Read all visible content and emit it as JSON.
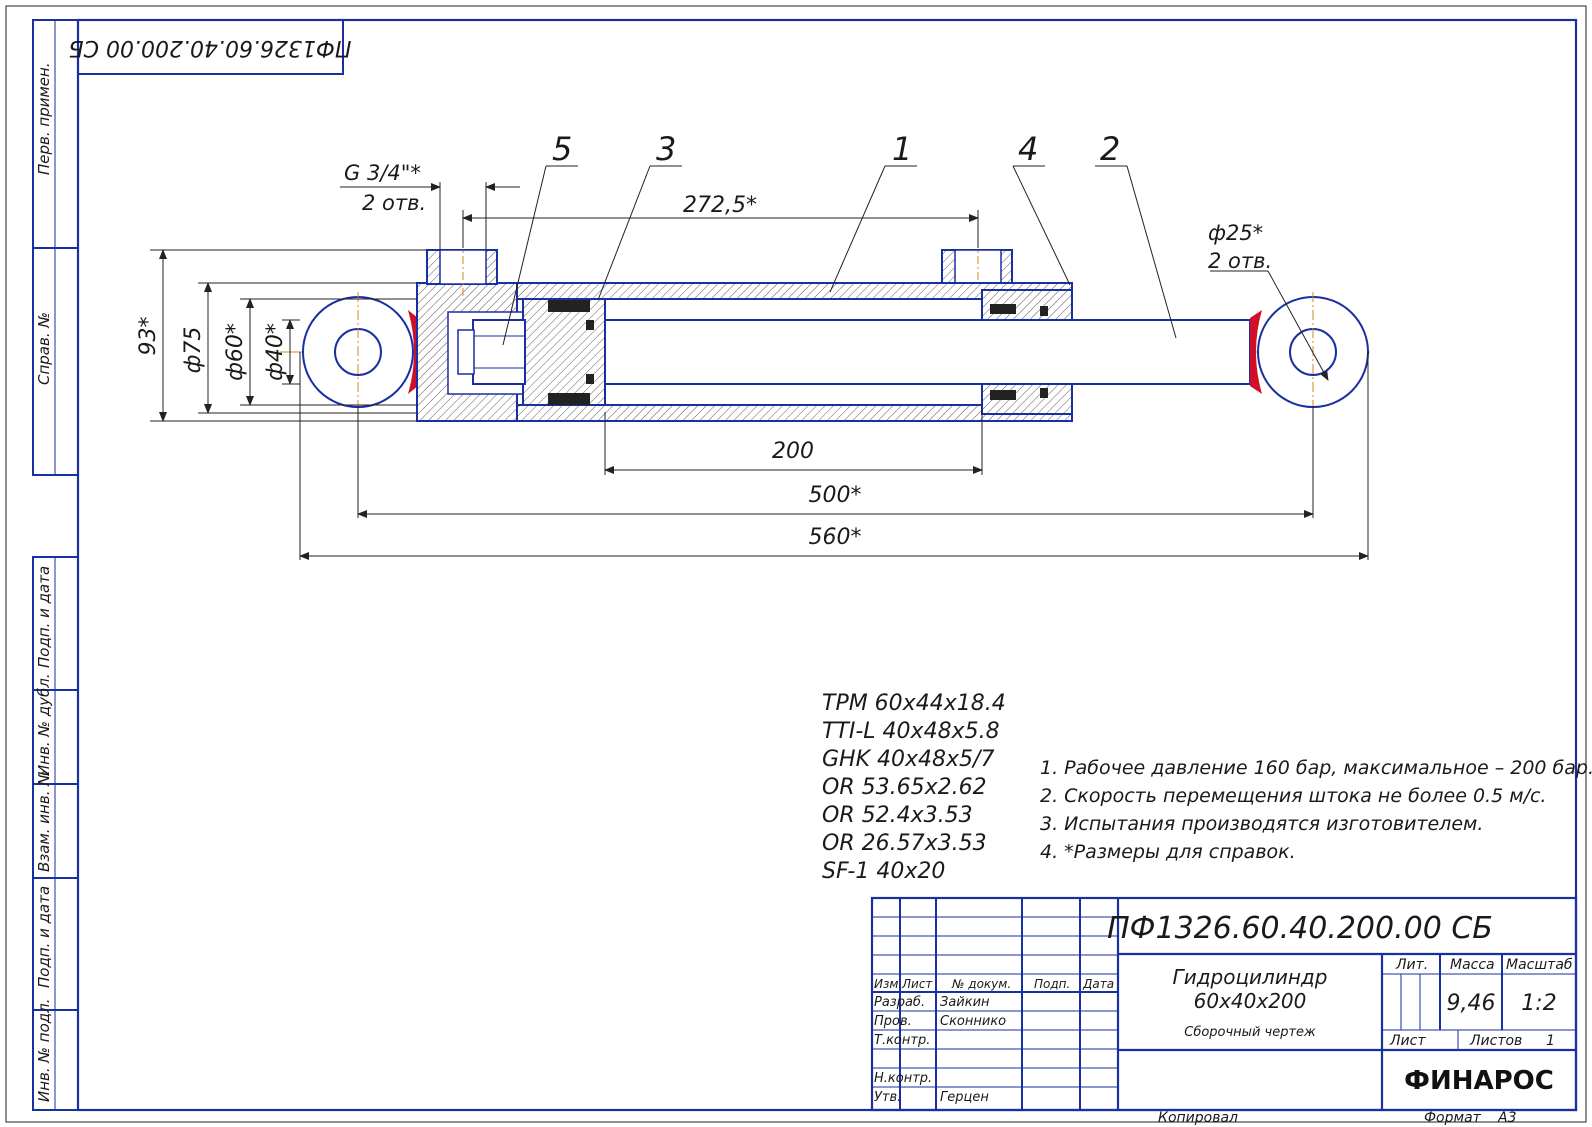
{
  "sheet": {
    "corner_code": "ПФ1326.60.40.200.00 СБ",
    "side_labels": {
      "perv_primen": "Перв. примен.",
      "sprav_no": "Справ. №",
      "podp_data_1": "Подп. и дата",
      "inv_dubl": "Инв. № дубл.",
      "vzam_inv": "Взам. инв. №",
      "podp_data_2": "Подп. и дата",
      "inv_podl": "Инв. № подл."
    }
  },
  "callouts": [
    "5",
    "3",
    "1",
    "4",
    "2"
  ],
  "dimensions": {
    "port": "G 3/4\"*",
    "port_count": "2 отв.",
    "port_spacing": "272,5*",
    "d93": "93*",
    "d75": "ф75",
    "d60": "ф60*",
    "d40": "ф40*",
    "pin": "ф25*",
    "pin_count": "2 отв.",
    "stroke": "200",
    "centers": "500*",
    "overall": "560*"
  },
  "seals": [
    "TPM 60x44x18.4",
    "TTI-L 40x48x5.8",
    "GHK 40x48x5/7",
    "OR 53.65x2.62",
    "OR 52.4x3.53",
    "OR 26.57x3.53",
    "SF-1 40x20"
  ],
  "notes": [
    "1. Рабочее давление 160 бар, максимальное – 200 бар.",
    "2. Скорость перемещения штока не более 0.5 м/с.",
    "3. Испытания производятся изготовителем.",
    "4.   *Размеры для справок."
  ],
  "title_block": {
    "designation": "ПФ1326.60.40.200.00 СБ",
    "name_line1": "Гидроцилиндр",
    "name_line2": "60х40х200",
    "doc_type": "Сборочный чертеж",
    "headers": {
      "izm": "Изм.",
      "list": "Лист",
      "doc_no": "№ докум.",
      "podp": "Подп.",
      "data": "Дата"
    },
    "roles": [
      {
        "role": "Разраб.",
        "name": "Зайкин"
      },
      {
        "role": "Пров.",
        "name": "Сконнико"
      },
      {
        "role": "Т.контр.",
        "name": ""
      },
      {
        "role": "",
        "name": ""
      },
      {
        "role": "Н.контр.",
        "name": ""
      },
      {
        "role": "Утв.",
        "name": "Герцен"
      }
    ],
    "lit_label": "Лит.",
    "mass_label": "Масса",
    "scale_label": "Масштаб",
    "mass_value": "9,46",
    "scale_value": "1:2",
    "sheet_label": "Лист",
    "sheets_label": "Листов",
    "sheets_value": "1",
    "company": "ФИНАРОС"
  },
  "footer": {
    "copied": "Копировал",
    "format_label": "Формат",
    "format_value": "А3"
  },
  "colors": {
    "outline": "#1a2fa0",
    "accent_red": "#d0102a",
    "centerline": "#d08a2a"
  }
}
